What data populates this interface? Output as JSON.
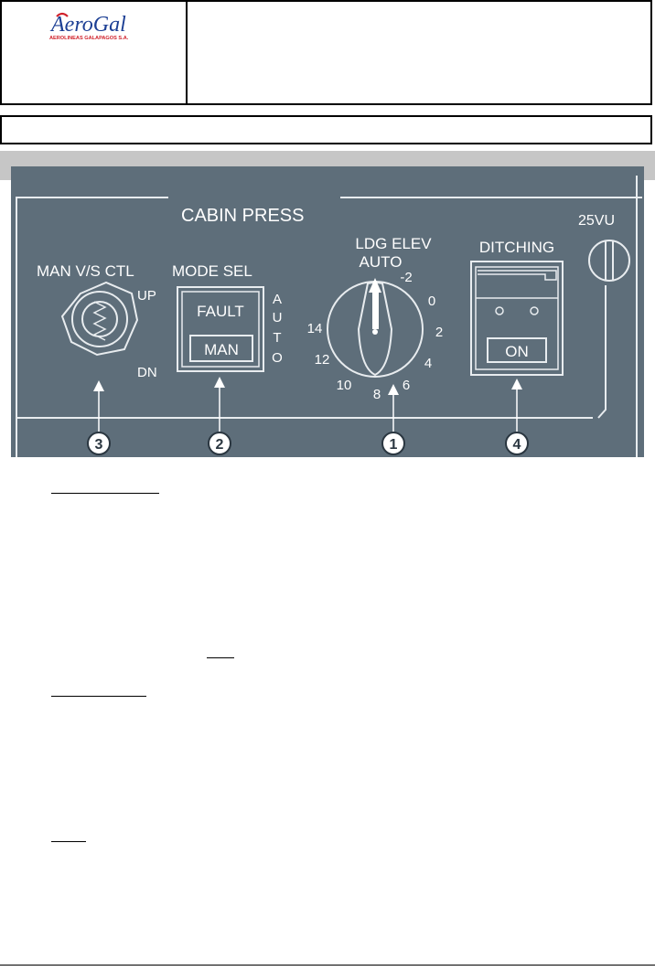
{
  "logo": {
    "brand": "AeroGal",
    "tagline": "AEROLINEAS GALAPAGOS S.A."
  },
  "panel": {
    "title": "CABIN PRESS",
    "panel_id": "25VU",
    "man_vs": {
      "label": "MAN V/S CTL",
      "up": "UP",
      "dn": "DN"
    },
    "mode_sel": {
      "label": "MODE SEL",
      "fault": "FAULT",
      "man": "MAN",
      "auto_vertical": [
        "A",
        "U",
        "T",
        "O"
      ]
    },
    "ldg_elev": {
      "label": "LDG ELEV",
      "auto": "AUTO",
      "scale": [
        "-2",
        "0",
        "2",
        "4",
        "6",
        "8",
        "10",
        "12",
        "14"
      ]
    },
    "ditching": {
      "label": "DITCHING",
      "on": "ON"
    },
    "callouts": [
      "3",
      "2",
      "1",
      "4"
    ]
  },
  "colors": {
    "panel_bg": "#5e6e7a",
    "panel_line": "#e8ecef",
    "logo_blue": "#1c3f94",
    "logo_red": "#d0202a",
    "grey_bar": "#c6c6c6"
  }
}
